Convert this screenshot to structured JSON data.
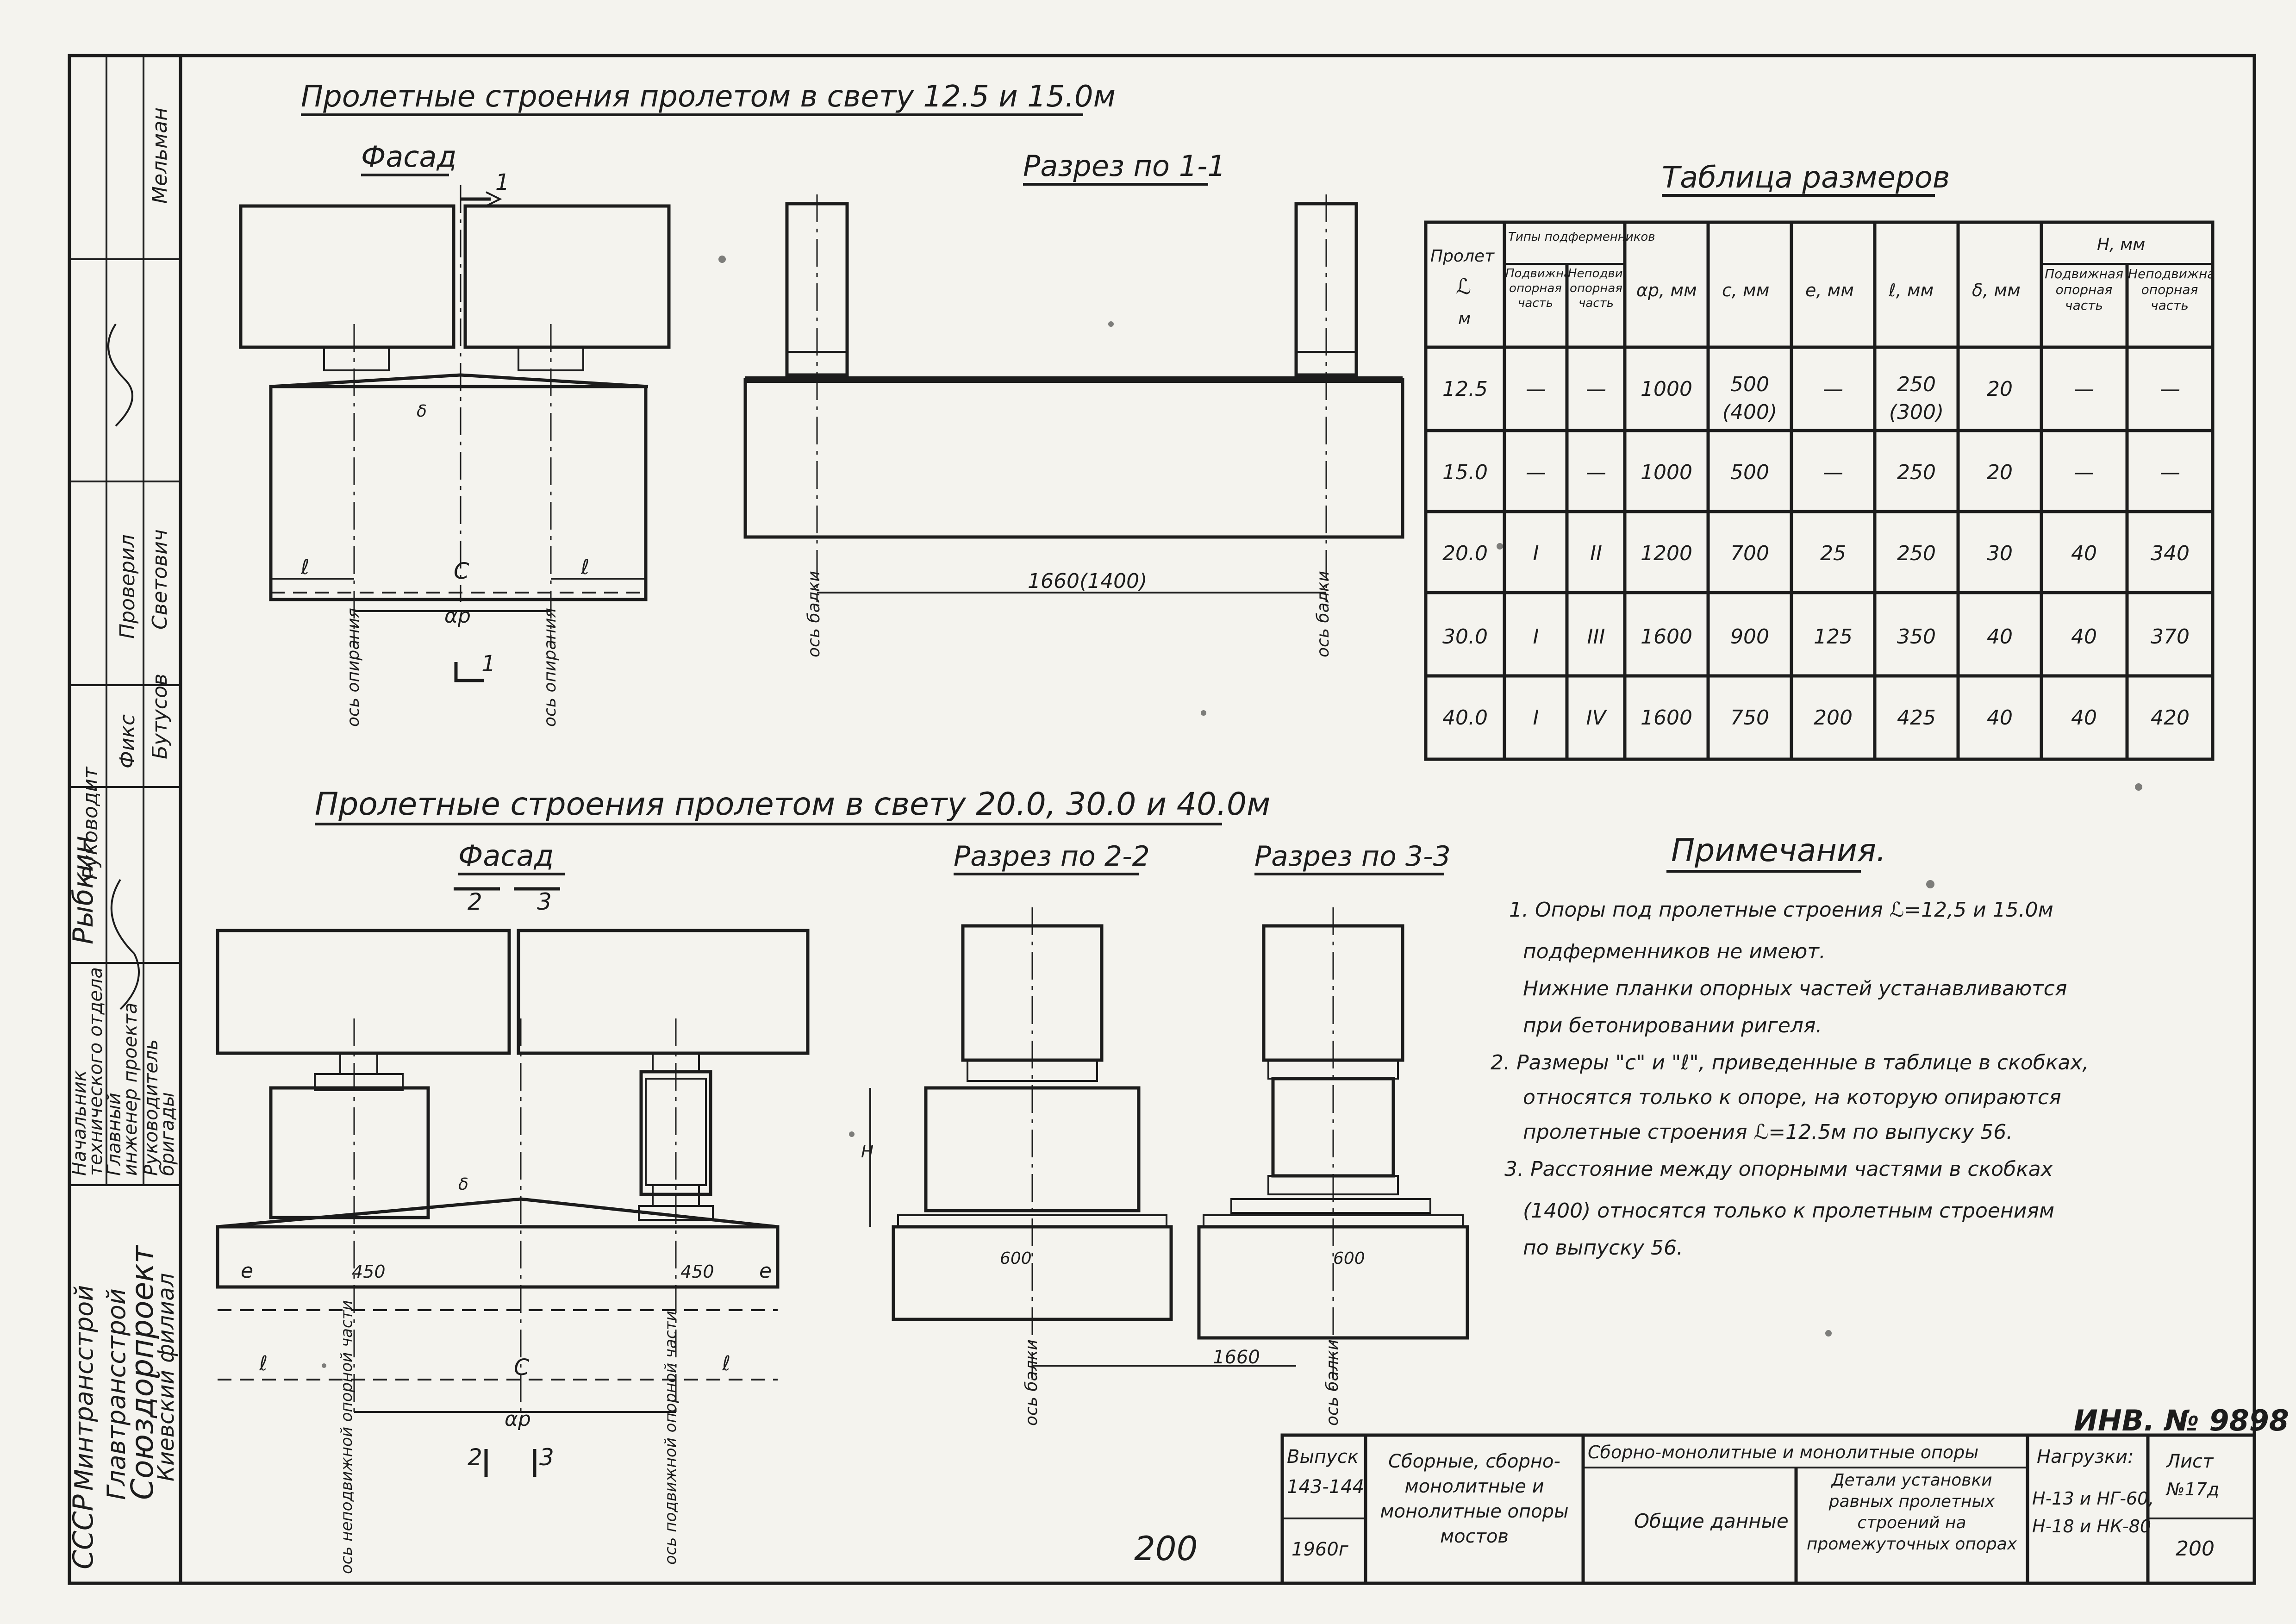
{
  "page_title": "Пролетные строения пролетом в свету 12.5 и 15.0м",
  "section_2_title": "Пролетные строения пролетом в свету 20.0, 30.0 и 40.0м",
  "view_labels": {
    "facade": "Фасад",
    "section_1_1": "Разрез по 1-1",
    "section_2_2": "Разрез по 2-2",
    "section_3_3": "Разрез по 3-3"
  },
  "drawing_labels": {
    "cut_1": "1",
    "cut_2": "2",
    "cut_3": "3",
    "l": "ℓ",
    "c": "С",
    "ap": "αр",
    "e": "e",
    "delta": "δ",
    "H": "Н",
    "dim_1660_1400": "1660(1400)",
    "dim_1660": "1660",
    "dim_450": "450",
    "dim_600": "600",
    "axis_beam": "ось балки",
    "axis_support": "ось опирания",
    "axis_fixed_bearing": "ось неподвижной опорной части",
    "axis_movable_bearing": "ось подвижной опорной части"
  },
  "table": {
    "title": "Таблица размеров",
    "headers": {
      "span": "Пролет",
      "span_symbol": "ℒ",
      "span_unit": "м",
      "sub_types": "Типы подферменников",
      "sub_movable": "Подвижная опорная часть",
      "sub_fixed": "Неподвижная опорная часть",
      "ap": "αр, мм",
      "c": "с, мм",
      "e": "е, мм",
      "l": "ℓ, мм",
      "delta": "δ, мм",
      "H": "Н, мм",
      "H_movable": "Подвижная опорная часть",
      "H_fixed": "Неподвижная опорная часть"
    },
    "rows": [
      {
        "span": "12.5",
        "movable_type": "—",
        "fixed_type": "—",
        "ap": "1000",
        "c": "500",
        "c2": "(400)",
        "e": "—",
        "l": "250",
        "l2": "(300)",
        "delta": "20",
        "h_movable": "—",
        "h_fixed": "—"
      },
      {
        "span": "15.0",
        "movable_type": "—",
        "fixed_type": "—",
        "ap": "1000",
        "c": "500",
        "c2": "",
        "e": "—",
        "l": "250",
        "l2": "",
        "delta": "20",
        "h_movable": "—",
        "h_fixed": "—"
      },
      {
        "span": "20.0",
        "movable_type": "I",
        "fixed_type": "II",
        "ap": "1200",
        "c": "700",
        "c2": "",
        "e": "25",
        "l": "250",
        "l2": "",
        "delta": "30",
        "h_movable": "40",
        "h_fixed": "340"
      },
      {
        "span": "30.0",
        "movable_type": "I",
        "fixed_type": "III",
        "ap": "1600",
        "c": "900",
        "c2": "",
        "e": "125",
        "l": "350",
        "l2": "",
        "delta": "40",
        "h_movable": "40",
        "h_fixed": "370"
      },
      {
        "span": "40.0",
        "movable_type": "I",
        "fixed_type": "IV",
        "ap": "1600",
        "c": "750",
        "c2": "",
        "e": "200",
        "l": "425",
        "l2": "",
        "delta": "40",
        "h_movable": "40",
        "h_fixed": "420"
      }
    ]
  },
  "notes": {
    "title": "Примечания.",
    "lines": [
      "1. Опоры под пролетные строения ℒ=12,5 и 15.0м",
      "подферменников не имеют.",
      "Нижние планки опорных частей устанавливаются",
      "при бетонировании ригеля.",
      "2. Размеры \"с\" и \"ℓ\", приведенные в таблице в скобках,",
      "относятся только к опоре, на которую опираются",
      "пролетные строения ℒ=12.5м по выпуску 56.",
      "3. Расстояние между опорными частями в скобках",
      "(1400) относятся только к пролетным строениям",
      "по выпуску 56."
    ]
  },
  "side_block": {
    "org_lines": [
      "СССР",
      "Минтрансстрой",
      "Главтрансстрой",
      "Союздорпроект",
      "Киевский филиал"
    ],
    "role_lines": [
      "Начальник",
      "технического отдела",
      "Главный",
      "инженер проекта",
      "Руководитель",
      "бригады"
    ],
    "roles": [
      "Проверил",
      "Фикс",
      "Руководит"
    ],
    "names": [
      "Мельман",
      "Рыбкин",
      "Светович",
      "Бутусов"
    ]
  },
  "title_block": {
    "issue_label": "Выпуск",
    "issue_number": "143-144",
    "year": "1960г",
    "series_title": "Сборные, сборно-монолитные и монолитные опоры мостов",
    "support_type": "Сборно-монолитные и монолитные опоры",
    "section_name": "Общие данные",
    "sheet_title": "Детали установки равных пролетных строений на промежуточных опорах",
    "loads_label": "Нагрузки:",
    "loads_1": "Н-13 и НГ-60,",
    "loads_2": "Н-18 и НК-80",
    "sheet_label": "Лист",
    "sheet_number": "№17д",
    "page": "200"
  },
  "inventory": "ИНВ. № 9898",
  "page_number_handwritten": "200"
}
